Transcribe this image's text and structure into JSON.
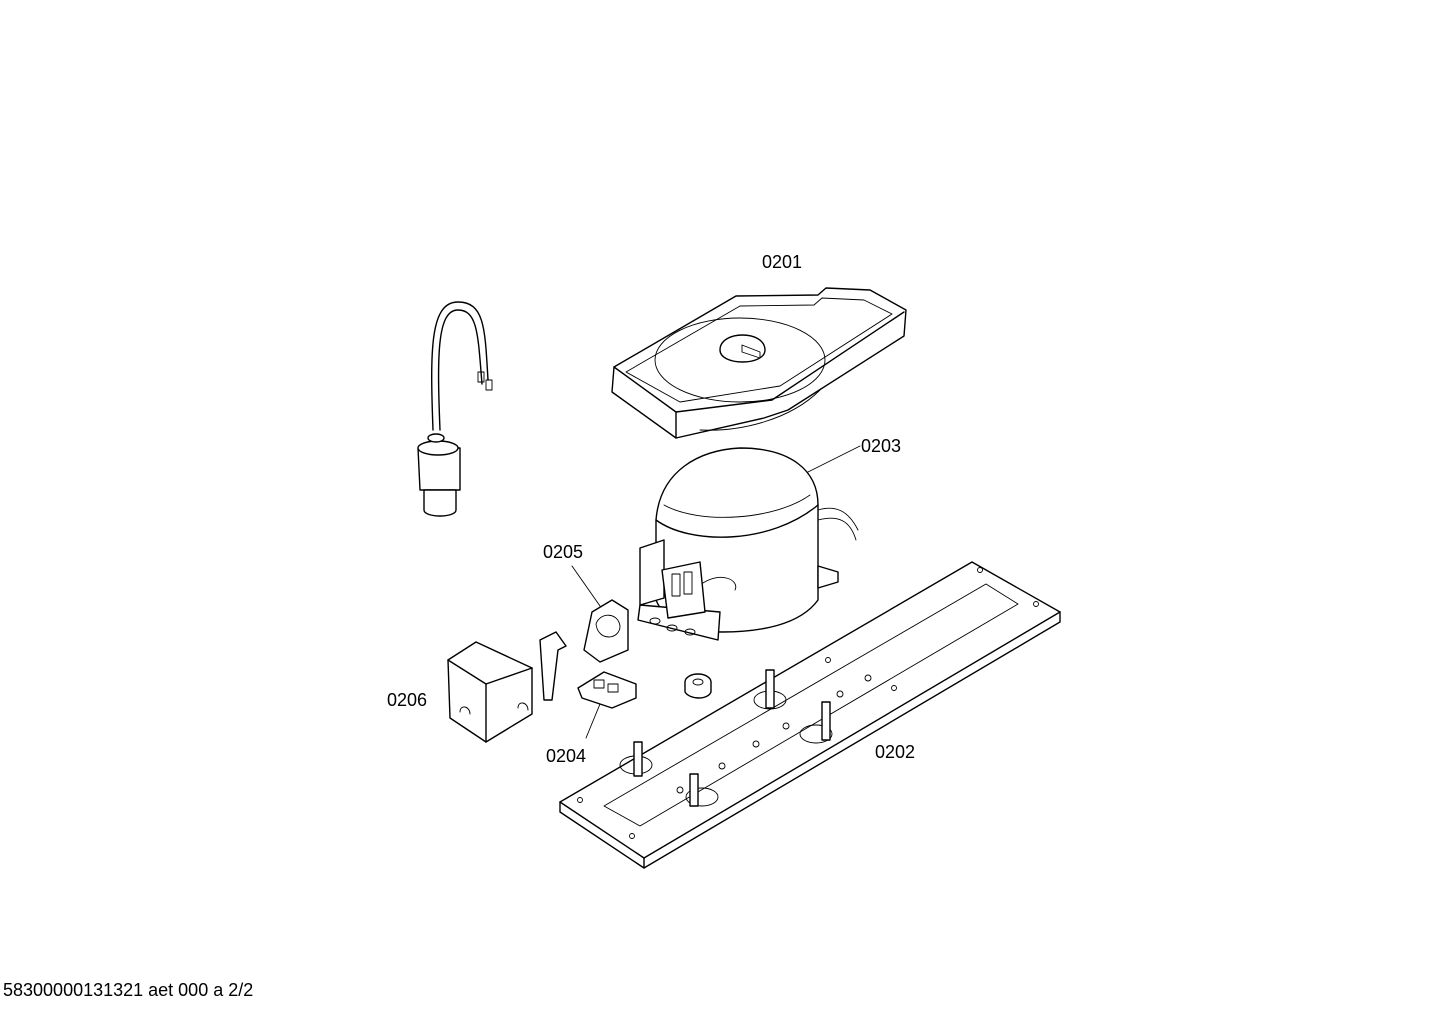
{
  "labels": {
    "p0201": "0201",
    "p0202": "0202",
    "p0203": "0203",
    "p0204": "0204",
    "p0205": "0205",
    "p0206": "0206"
  },
  "footer": "58300000131321 aet 000 a 2/2"
}
